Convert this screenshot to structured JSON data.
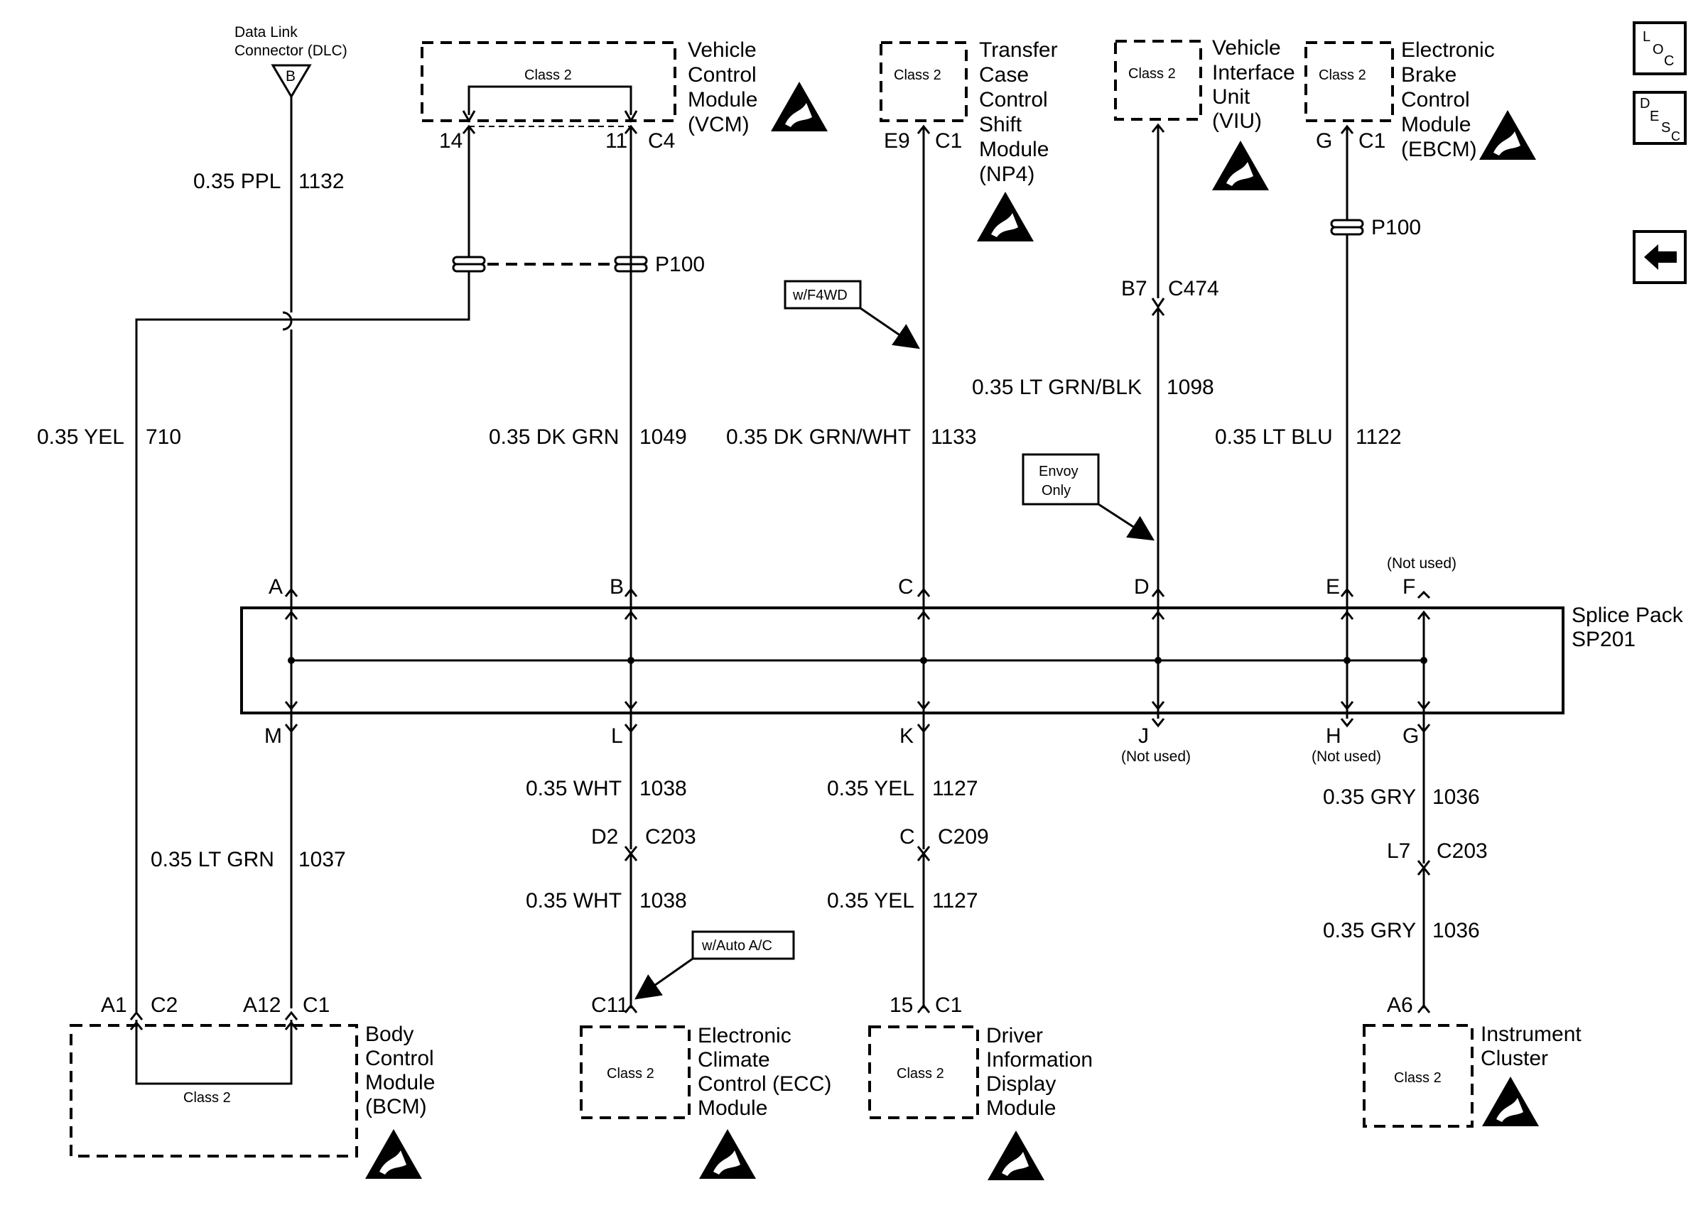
{
  "dlc": {
    "title_line1": "Data Link",
    "title_line2": "Connector (DLC)",
    "pin": "B"
  },
  "vcm": {
    "name_lines": [
      "Vehicle",
      "Control",
      "Module",
      "(VCM)"
    ],
    "class_label": "Class 2",
    "pins": [
      "14",
      "11"
    ],
    "connector": "C4"
  },
  "tccsm": {
    "name_lines": [
      "Transfer",
      "Case",
      "Control",
      "Shift",
      "Module",
      "(NP4)"
    ],
    "class_label": "Class 2",
    "pin": "E9",
    "connector": "C1"
  },
  "viu": {
    "name_lines": [
      "Vehicle",
      "Interface",
      "Unit",
      "(VIU)"
    ],
    "class_label": "Class 2"
  },
  "ebcm": {
    "name_lines": [
      "Electronic",
      "Brake",
      "Control",
      "Module",
      "(EBCM)"
    ],
    "class_label": "Class 2",
    "pin": "G",
    "connector": "C1"
  },
  "bcm": {
    "name_lines": [
      "Body",
      "Control",
      "Module",
      "(BCM)"
    ],
    "class_label": "Class 2",
    "pin_left": "A1",
    "conn_left": "C2",
    "pin_right": "A12",
    "conn_right": "C1"
  },
  "ecc": {
    "name_lines": [
      "Electronic",
      "Climate",
      "Control (ECC)",
      "Module"
    ],
    "class_label": "Class 2",
    "connector": "C11"
  },
  "dim": {
    "name_lines": [
      "Driver",
      "Information",
      "Display",
      "Module"
    ],
    "class_label": "Class 2",
    "pin": "15",
    "connector": "C1"
  },
  "ipc": {
    "name_lines": [
      "Instrument",
      "Cluster"
    ],
    "class_label": "Class 2",
    "pin": "A6"
  },
  "splice": {
    "name_line1": "Splice Pack",
    "name_line2": "SP201",
    "top_pins": [
      "A",
      "B",
      "C",
      "D",
      "E",
      "F"
    ],
    "bottom_pins": [
      "M",
      "L",
      "K",
      "J",
      "H",
      "G"
    ],
    "not_used": "(Not used)"
  },
  "wires": {
    "dlc": {
      "size_color": "0.35 PPL",
      "circuit": "1132"
    },
    "bcm_c2": {
      "size_color": "0.35 YEL",
      "circuit": "710"
    },
    "vcm": {
      "size_color": "0.35 DK GRN",
      "circuit": "1049"
    },
    "tccsm": {
      "size_color": "0.35 DK GRN/WHT",
      "circuit": "1133"
    },
    "viu": {
      "size_color": "0.35 LT GRN/BLK",
      "circuit": "1098"
    },
    "ebcm": {
      "size_color": "0.35 LT BLU",
      "circuit": "1122"
    },
    "bcm_c1": {
      "size_color": "0.35 LT GRN",
      "circuit": "1037"
    },
    "ecc_upper": {
      "size_color": "0.35 WHT",
      "circuit": "1038"
    },
    "ecc_lower": {
      "size_color": "0.35 WHT",
      "circuit": "1038"
    },
    "dim_upper": {
      "size_color": "0.35 YEL",
      "circuit": "1127"
    },
    "dim_lower": {
      "size_color": "0.35 YEL",
      "circuit": "1127"
    },
    "ipc_upper": {
      "size_color": "0.35 GRY",
      "circuit": "1036"
    },
    "ipc_lower": {
      "size_color": "0.35 GRY",
      "circuit": "1036"
    }
  },
  "connectors": {
    "p100": "P100",
    "viu_pin": "B7",
    "viu_conn": "C474",
    "ecc_pin": "D2",
    "ecc_conn": "C203",
    "dim_pin": "C",
    "dim_conn": "C209",
    "ipc_pin": "L7",
    "ipc_conn": "C203"
  },
  "notes": {
    "w_f4wd": "w/F4WD",
    "envoy_line1": "Envoy",
    "envoy_line2": "Only",
    "w_auto_ac": "w/Auto A/C"
  },
  "nav": {
    "loc_chars": [
      "L",
      "O",
      "C"
    ],
    "desc_chars": [
      "D",
      "E",
      "S",
      "C"
    ],
    "back_icon": "back-arrow-icon"
  }
}
